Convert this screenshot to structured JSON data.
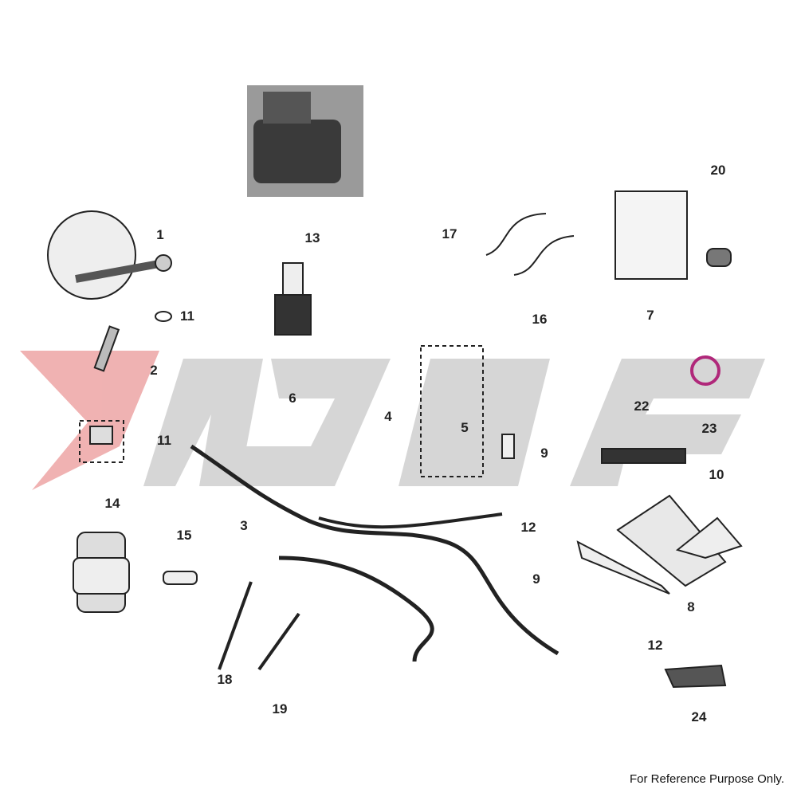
{
  "diagram": {
    "watermark": "MGE",
    "callouts": [
      "1",
      "11",
      "2",
      "13",
      "6",
      "17",
      "16",
      "7",
      "20",
      "4",
      "5",
      "9",
      "22",
      "23",
      "11",
      "14",
      "15",
      "3",
      "12",
      "10",
      "9",
      "8",
      "12",
      "18",
      "19",
      "24"
    ],
    "footer": "For Reference Purpose Only."
  },
  "colors": {
    "watermark_red": "#e8a0a0",
    "watermark_grey": "#cfcfcf",
    "clamp_magenta": "#b0287a"
  }
}
